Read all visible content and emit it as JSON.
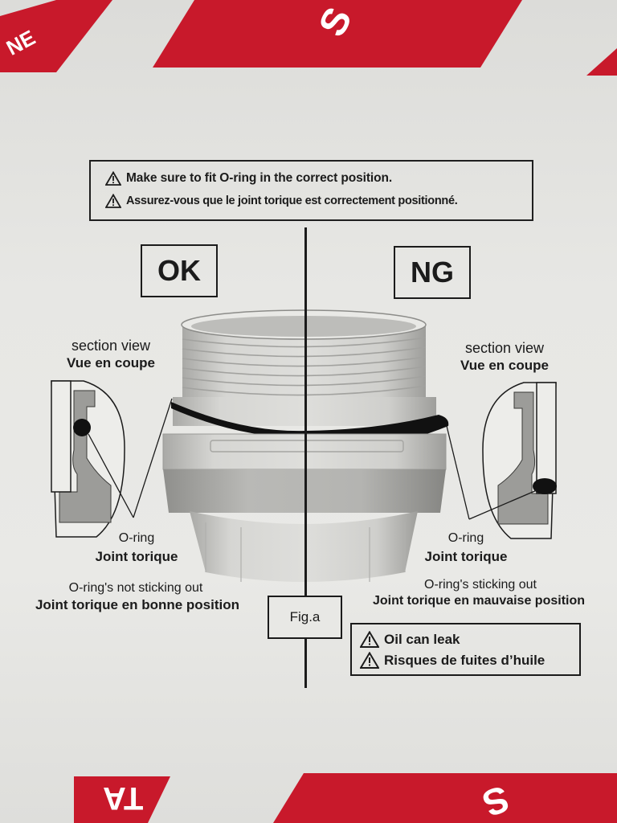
{
  "colors": {
    "band_red": "#c8192b",
    "ink": "#1b1b1b",
    "card": "#e6e6e3",
    "part_grey": "#c9c9c6",
    "oring": "#111111"
  },
  "band_text": {
    "top_left": "NE",
    "top_mid": "S",
    "bottom_left": "TA",
    "bottom_right": "S"
  },
  "warning": {
    "icon": "warning-triangle-icon",
    "line_en": "Make sure to fit O-ring in the correct position.",
    "line_fr": "Assurez-vous que le joint torique est correctement positionné."
  },
  "ok": {
    "label": "OK",
    "section_en": "section view",
    "section_fr": "Vue en coupe",
    "oring_en": "O-ring",
    "oring_fr": "Joint torique",
    "caption_en": "O-ring's not sticking out",
    "caption_fr": "Joint torique en bonne position"
  },
  "ng": {
    "label": "NG",
    "section_en": "section view",
    "section_fr": "Vue en coupe",
    "oring_en": "O-ring",
    "oring_fr": "Joint torique",
    "caption_en": "O-ring's sticking out",
    "caption_fr": "Joint torique en mauvaise position"
  },
  "figure_label": "Fig.a",
  "leak_warning": {
    "icon": "warning-triangle-icon",
    "line_en": "Oil can leak",
    "line_fr": "Risques de fuites d’huile"
  }
}
